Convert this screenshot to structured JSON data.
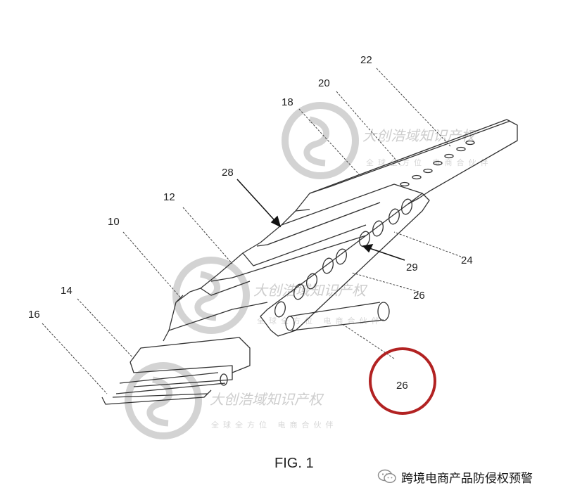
{
  "figure": {
    "caption": "FIG. 1",
    "labels": {
      "n10": "10",
      "n12": "12",
      "n14": "14",
      "n16": "16",
      "n18": "18",
      "n20": "20",
      "n22": "22",
      "n24": "24",
      "n26a": "26",
      "n26b": "26",
      "n28": "28",
      "n29": "29"
    },
    "callout_label": "26",
    "callout_color": "#b22222"
  },
  "watermark": {
    "text": "大创浩域知识产权",
    "subtext": "全球全方位 电商合伙伴"
  },
  "footer": {
    "icon": "wechat-icon",
    "text": "跨境电商产品防侵权预警"
  }
}
